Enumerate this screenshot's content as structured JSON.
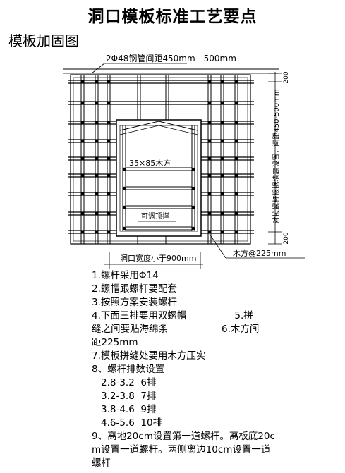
{
  "title": "洞口模板标准工艺要点",
  "subtitle": "模板加固图",
  "diagram": {
    "top_label": "2Φ48钢管间距450mm—500mm",
    "right_vertical_label": "对拉螺杆根据墙高设置，间距450-500mm",
    "dim_200_top": "200",
    "dim_200_bottom": "200",
    "timber_label": "35×85木方",
    "jack_label": "可调顶撑",
    "bottom_width_label": "洞口宽度小于900mm",
    "timber_spacing_label": "木方@225mm"
  },
  "notes": {
    "n1": "1.螺杆采用Φ14",
    "n2": "2.螺帽跟螺杆要配套",
    "n3": "3.按照方案安装螺杆",
    "n4_a": "4.下面三排要用双螺帽",
    "n4_b": "5.拼",
    "n5_a": "缝之间要贴海绵条",
    "n5_b": "6.木方间",
    "n6": "距225mm",
    "n7": "7.模板拼缝处要用木方压实",
    "n8": "8、螺杆排数设置",
    "rows": [
      {
        "range": "2.8-3.2",
        "count": "6排"
      },
      {
        "range": "3.2-3.8",
        "count": "7排"
      },
      {
        "range": "3.8-4.6",
        "count": "9排"
      },
      {
        "range": "4.6-5.6",
        "count": "10排"
      }
    ],
    "n9": "9、离地20cm设置第一道螺杆。离板底20cm设置一道螺杆。两侧离边10cm设置一道螺杆"
  }
}
